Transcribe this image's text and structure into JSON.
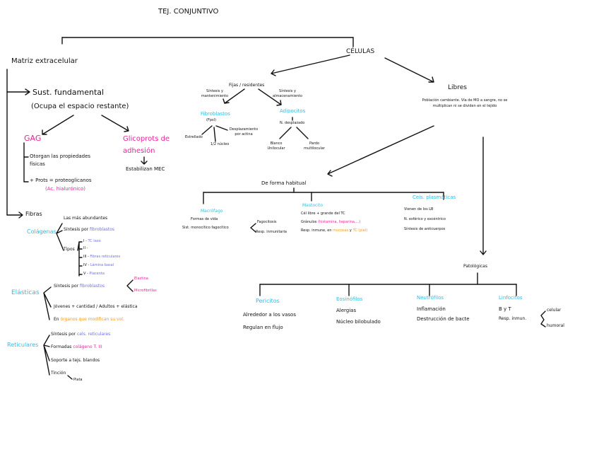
{
  "title": "TEJ. CONJUNTIVO",
  "matriz": {
    "label": "Matriz extracelular",
    "sust_fundamental": "Sust. fundamental",
    "ocupa": "(Ocupa el espacio restante)",
    "gag": "GAG",
    "gag_item1": "Otorgan las propiedades físicas",
    "gag_item2": "+ Prots = proteoglicanos",
    "gag_item2_note": "(Ac. hialurónico)",
    "glicoprots": "Glicoprots de adhesión",
    "glicoprots_item": "Estabilizan MEC",
    "fibras": "Fibras",
    "colagenas": "Colágenas",
    "col_item1": "Las más abundantes",
    "col_item2_prefix": "Síntesis por",
    "col_item2_colored": "fibroblastos",
    "col_tipos": "Tipos",
    "col_t1_prefix": "I -",
    "col_t1": "TC laxo",
    "col_t2": "II -",
    "col_t3_prefix": "III -",
    "col_t3": "Fibras reticulares",
    "col_t4_prefix": "IV -",
    "col_t4": "Lámina basal",
    "col_t5_prefix": "V -",
    "col_t5": "Placenta",
    "elasticas": "Elásticas",
    "ela_item1_prefix": "Síntesis por",
    "ela_item1_colored": "fibroblastos",
    "ela_item1_branch_a": "Elastina",
    "ela_item1_branch_b": "Microfibrillas",
    "ela_item2": "Jóvenes + cantidad / Adultos + elástica",
    "ela_item3_prefix": "En",
    "ela_item3_colored": "órganos que modifican su vol.",
    "reticulares": "Reticulares",
    "ret_item1_prefix": "Síntesis por",
    "ret_item1_colored": "cels. reticulares",
    "ret_item2_prefix": "Formadas",
    "ret_item2_colored": "colágeno T. III",
    "ret_item3": "Soporte a tejs. blandos",
    "ret_item4": "Tinción",
    "ret_item4_sub": "Plata"
  },
  "celulas": {
    "label": "CÉLULAS",
    "fijas": "Fijas / residentes",
    "fijas_left_note": "Síntesis y mantenimiento",
    "fijas_right_note": "Síntesis y almacenamiento",
    "fibroblastos": "Fibroblastos",
    "fibroblastos_sub": "(Fpsl)",
    "fib_estrellado": "Estrellado",
    "fib_nucleo": "1/2 núcleo",
    "fib_desplaz": "Desplazamiento por actina",
    "adipocitos": "Adipocitos",
    "adi_nucleo": "N. desplazado",
    "adi_blanco": "Blanco Unilocular",
    "adi_pardo": "Pardo multilocular",
    "libres": "Libres",
    "libres_desc": "Población cambiante. Vía de MO a sangre, no se multiplican ni se dividen en el tejido",
    "habitual": "De forma habitual",
    "macrofago": "Macrófago",
    "mac_item1": "Formas de vida",
    "mac_item2": "Sist. monocítico fagocítico",
    "mac_branch": "Fagocitosis",
    "mac_item3": "Resp. inmunitaria",
    "mastocito": "Mastocito",
    "mas_item1": "Cél libre + grande del TC",
    "mas_item2_prefix": "Gránulos",
    "mas_item2_colored": "(histamina, heparina,...)",
    "mas_item3_prefix": "Resp. inmune, en",
    "mas_item3_colored_a": "mucosas",
    "mas_item3_mid": "y",
    "mas_item3_colored_b": "TC (piel)",
    "plasmaticas": "Cels. plasmáticas",
    "pla_item1": "Vienen de los LB",
    "pla_item2": "N. esférico y excéntrico",
    "pla_item3": "Síntesis de anticuerpos",
    "patologicas": "Patológicas",
    "pericitos": "Pericitos",
    "per_item1": "Alrededor a los vasos",
    "per_item2": "Regulan en flujo",
    "eosinofilos": "Eosinófilos",
    "eos_item1": "Alergias",
    "eos_item2": "Núcleo bilobulado",
    "neutrofilos": "Neutrófilos",
    "neu_item1": "Inflamación",
    "neu_item2": "Destrucción de bacte",
    "linfocitos": "Linfocitos",
    "lin_item1": "B y T",
    "lin_item2": "Resp. inmun.",
    "lin_branch_a": "celular",
    "lin_branch_b": "humoral"
  },
  "colors": {
    "cyan": "#33bbe0",
    "magenta": "#e8239a",
    "periwinkle": "#6d6ff0",
    "orange": "#f29a22",
    "ink": "#111111"
  }
}
